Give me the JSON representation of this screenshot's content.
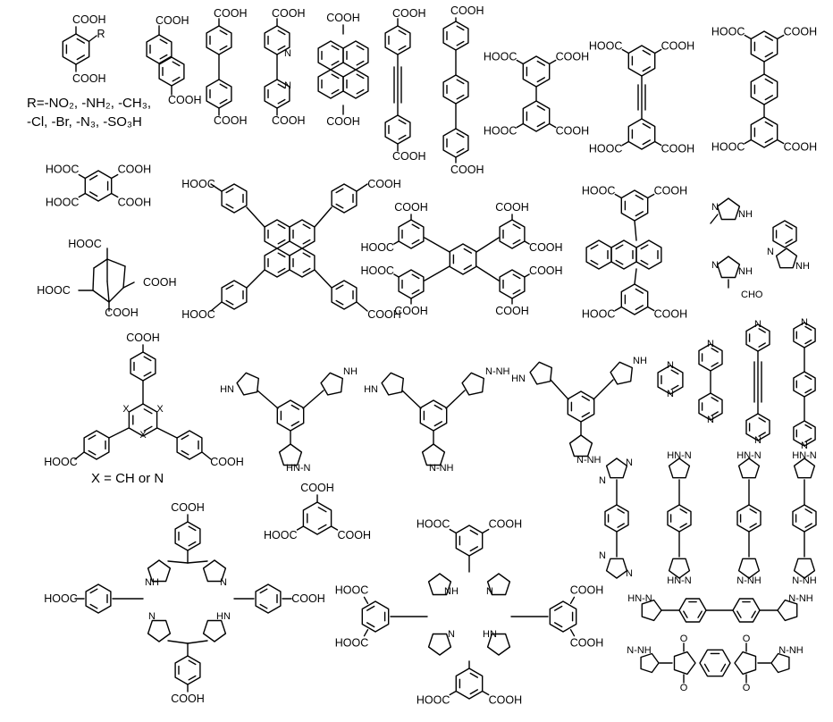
{
  "labels": {
    "cooh": "COOH",
    "hooc": "HOOC",
    "n": "N",
    "nh": "NH",
    "hn": "HN",
    "hnn": "HN-N",
    "nnh": "N-NH",
    "cho": "CHO",
    "o": "O",
    "x": "X",
    "r": "R"
  },
  "notes": {
    "substituents_line1": "R=-NO₂, -NH₂, -CH₃,",
    "substituents_line2": "-Cl, -Br, -N₃, -SO₃H",
    "x_definition": "X = CH or N"
  }
}
